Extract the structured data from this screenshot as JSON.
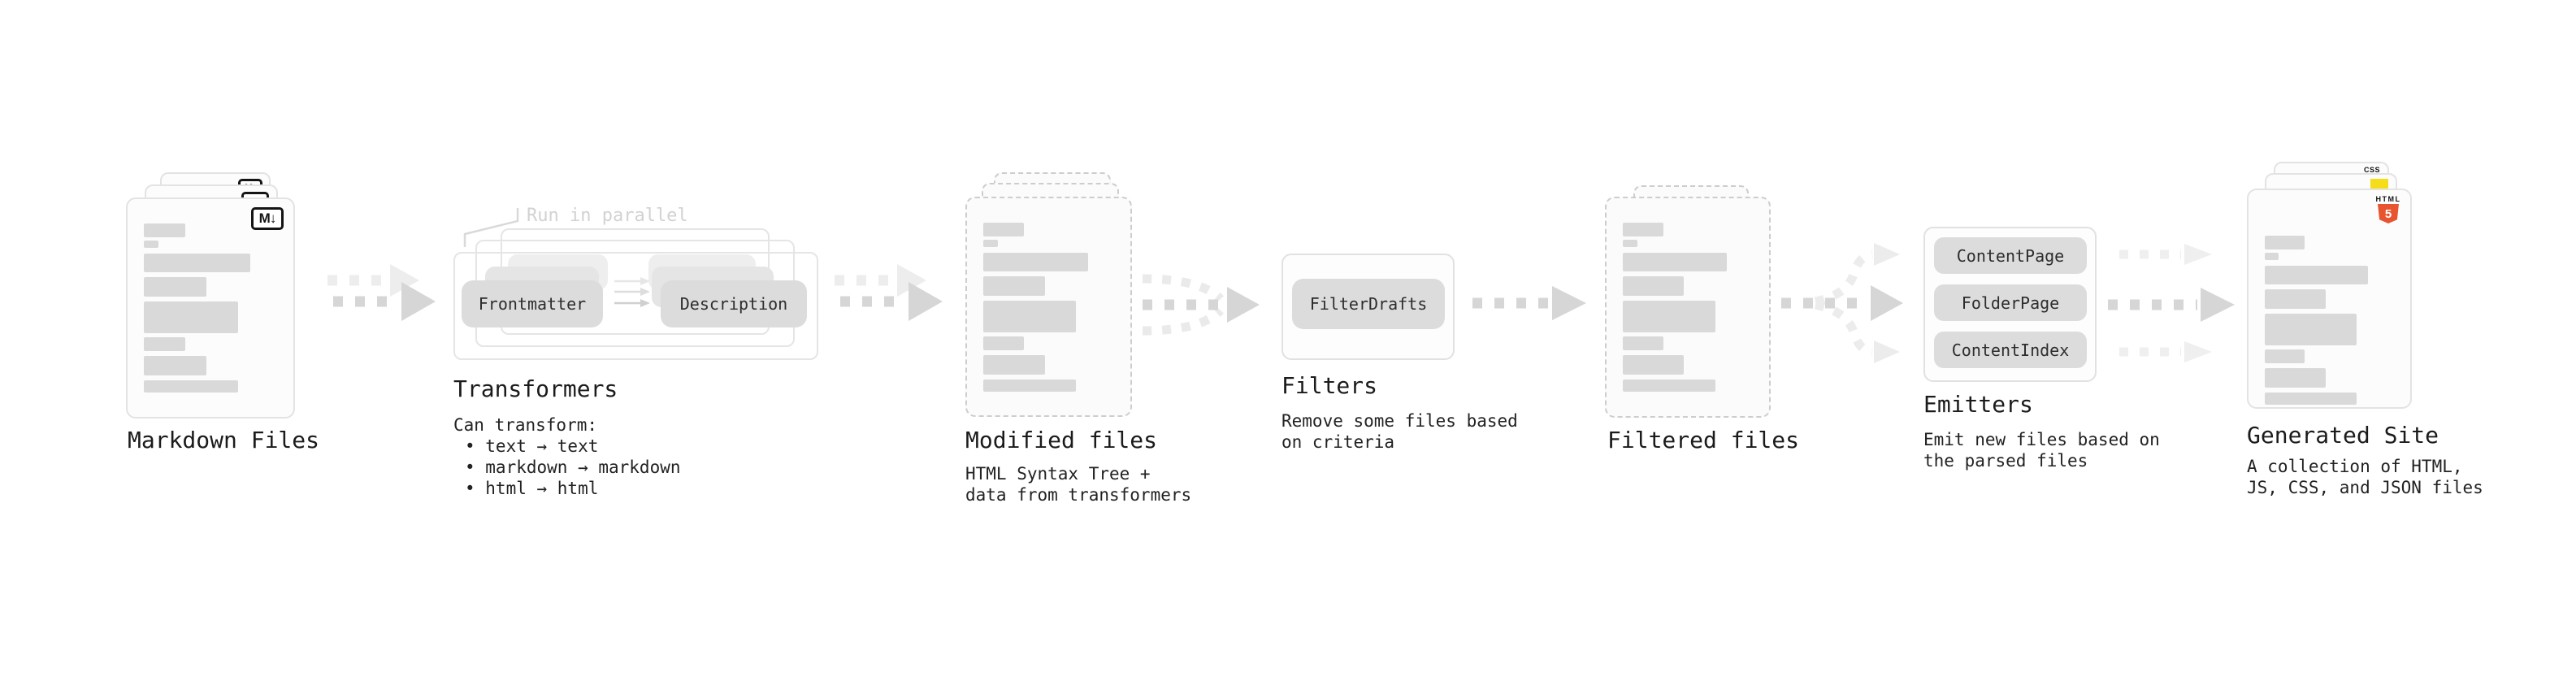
{
  "stages": {
    "markdown": {
      "title": "Markdown Files",
      "icon_label": "M↓"
    },
    "transformers": {
      "title": "Transformers",
      "callout": "Run in parallel",
      "pills": {
        "frontmatter": "Frontmatter",
        "description": "Description"
      },
      "desc_heading": "Can transform:",
      "bullets": {
        "b1": "• text → text",
        "b2": "• markdown → markdown",
        "b3": "• html → html"
      }
    },
    "modified": {
      "title": "Modified files",
      "desc": {
        "line1": "HTML Syntax Tree +",
        "line2": "data from transformers"
      }
    },
    "filters": {
      "title": "Filters",
      "pills": {
        "filter_drafts": "FilterDrafts"
      },
      "desc": {
        "line1": "Remove some files based",
        "line2": "on criteria"
      }
    },
    "filtered": {
      "title": "Filtered files"
    },
    "emitters": {
      "title": "Emitters",
      "pills": {
        "p1": "ContentPage",
        "p2": "FolderPage",
        "p3": "ContentIndex"
      },
      "desc": {
        "line1": "Emit new files based on",
        "line2": "the parsed files"
      }
    },
    "generated": {
      "title": "Generated Site",
      "desc": {
        "line1": "A collection of HTML,",
        "line2": "JS, CSS, and JSON files"
      },
      "badges": {
        "css": "CSS",
        "html_word": "HTML",
        "html_number": "5"
      }
    }
  },
  "colors": {
    "html5_orange": "#e8542f",
    "js_yellow": "#f5de19",
    "css_blue": "#2e6bf0",
    "skeleton_bar": "#d9d9d9",
    "arrow_main": "#d6d6d6",
    "arrow_light": "#ececec"
  }
}
